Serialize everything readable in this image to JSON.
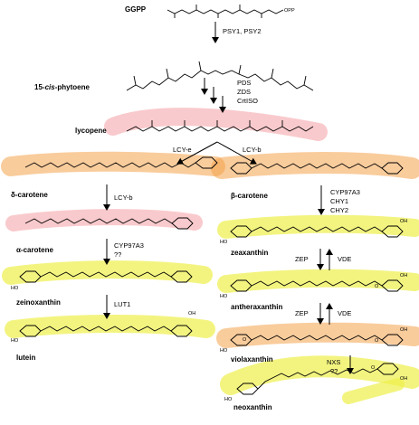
{
  "compounds": {
    "ggpp": "GGPP",
    "opp": "OPP",
    "phytoene_prefix": "15-",
    "phytoene_cis": "cis",
    "phytoene_suffix": "-phytoene",
    "lycopene": "lycopene",
    "delta_carotene": "δ-carotene",
    "beta_carotene": "β-carotene",
    "alpha_carotene": "α-carotene",
    "zeaxanthin": "zeaxanthin",
    "zeinoxanthin": "zeinoxanthin",
    "antheraxanthin": "antheraxanthin",
    "lutein": "lutein",
    "violaxanthin": "violaxanthin",
    "neoxanthin": "neoxanthin"
  },
  "enzymes": {
    "psy": "PSY1, PSY2",
    "pds": "PDS",
    "zds": "ZDS",
    "crtiso": "CrtISO",
    "lcy_e": "LCY-e",
    "lcy_b_main": "LCY-b",
    "lcy_b_delta": "LCY-b",
    "cyp97a3_beta": "CYP97A3",
    "chy1": "CHY1",
    "chy2": "CHY2",
    "cyp97a3_alpha": "CYP97A3",
    "unknown_alpha": "??",
    "zep_1": "ZEP",
    "vde_1": "VDE",
    "zep_2": "ZEP",
    "vde_2": "VDE",
    "lut1": "LUT1",
    "nxs": "NXS",
    "unknown_nxs": "??"
  },
  "groups": {
    "ho": "HO",
    "oh": "OH",
    "o": "O"
  },
  "colors": {
    "hydrocarbon_highlight": "#f4a24a",
    "lycopene_highlight": "#f6b3b8",
    "xanthophyll_highlight": "#eef04a",
    "line": "#000000"
  }
}
